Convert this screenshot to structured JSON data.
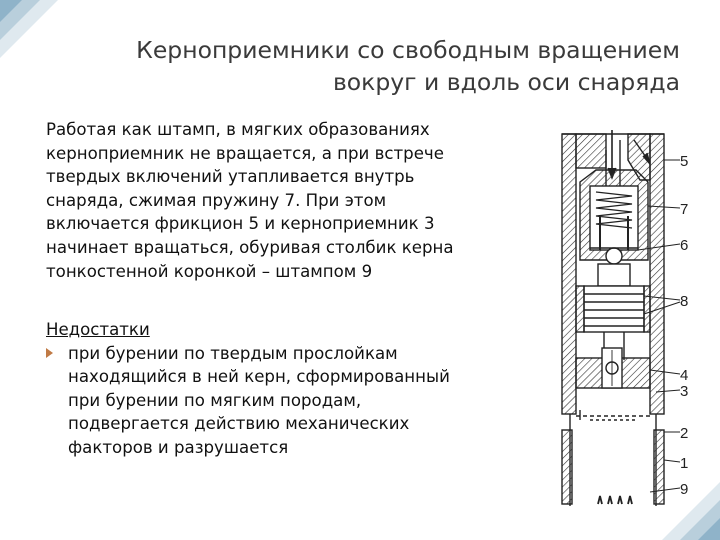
{
  "title": {
    "line1": "Кернoприемники со свободным вращением",
    "line2": "вокруг и вдоль оси снаряда"
  },
  "body": {
    "lines": [
      "Работая как штамп, в мягких образованиях",
      "керноприемник не вращается, а при встрече",
      "твердых включений утапливается внутрь",
      "снаряда, сжимая пружину 7. При этом",
      "включается фрикцион 5 и керноприемник 3",
      "начинает вращаться, обуривая столбик керна",
      "тонкостенной коронкой – штампом 9"
    ]
  },
  "drawbacks": {
    "heading": "Недостатки",
    "items": [
      {
        "lines": [
          "при бурении по твердым прослойкам",
          "находящийся в ней керн, сформированный",
          "при бурении по мягким породам,",
          "подвергается действию механических",
          "факторов и разрушается"
        ]
      }
    ]
  },
  "diagram": {
    "labels": [
      "5",
      "7",
      "6",
      "8",
      "4",
      "3",
      "2",
      "1",
      "9"
    ]
  },
  "colors": {
    "accent": "#c07a45",
    "title": "#3a3a3a",
    "text": "#111111",
    "corner": "#8fb3c9"
  }
}
